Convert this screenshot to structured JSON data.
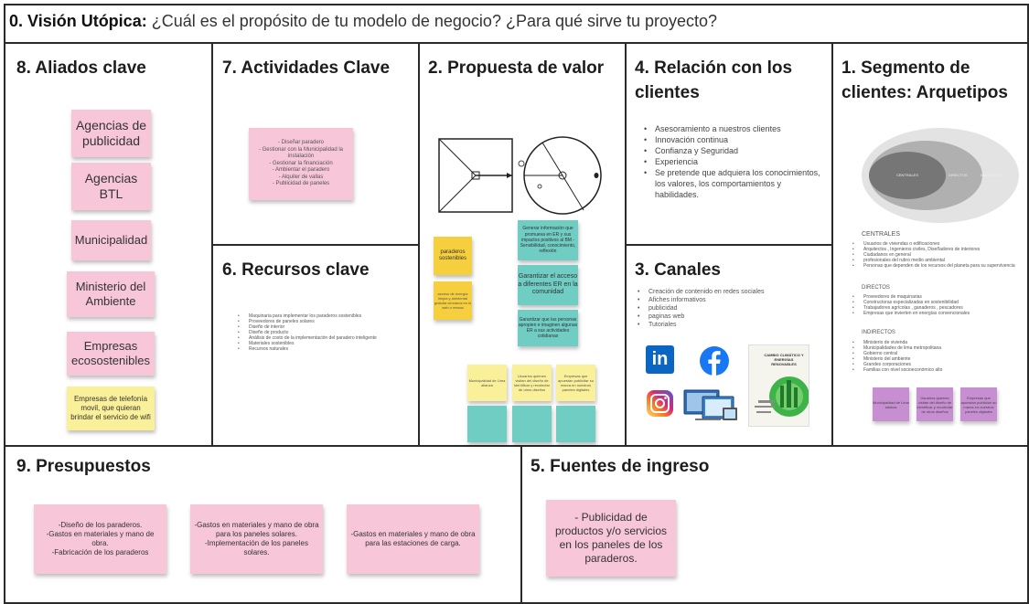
{
  "vision": {
    "label": "0. Visión Utópica:",
    "question": " ¿Cuál es el propósito de tu modelo de negocio? ¿Para qué sirve tu proyecto?"
  },
  "aliados": {
    "title": "8. Aliados clave",
    "notes": [
      "Agencias de publicidad",
      "Agencias BTL",
      "Municipalidad",
      "Ministerio del Ambiente",
      "Empresas ecosostenibles",
      "Empresas de telefonía movil, que quieran brindar el servicio de wifi"
    ]
  },
  "actividades": {
    "title": "7. Actividades Clave",
    "note": "- Diseñar paradero\n- Gestionar con la Municipalidad la instalación\n- Gestionar la financiación\n- Ambientar el paradero\n- Alquiler de vallas\n- Publicidad de paneles"
  },
  "recursos": {
    "title": "6. Recursos clave",
    "items": [
      "Maquinaria para implementar los paraderos sostenibles",
      "Proveedores de paneles solares",
      "Diseño de interior",
      "Diseño de producto",
      "Análisis de costo de la implementación del paradero inteligente",
      "Materiales sostenibles",
      "Recursos naturales"
    ]
  },
  "propuesta": {
    "title": "2. Propuesta de valor",
    "notes_teal": [
      "Generar información que promueva en ER y sus impactos positivos al BM - Sensibilidad, conocimiento, reflexión",
      "Garantizar el acceso a diferentes ER en la comunidad",
      "Garantizar que las personas apropien e imaginen algunas ER a sus actividades cotidianas"
    ],
    "notes_orange": [
      "paraderos sostenibles",
      "acceso de energía limpia y ambiental gratuita cercanos en lo web o mesas"
    ],
    "notes_yellow": [
      "Municipalidad de Lima alianza",
      "Usuarios quienes visitan del diseño de identificar y recolectar de otros diseños",
      "Empresas que apuestan publicitar su marca en nuestros paneles digitales"
    ]
  },
  "relacion": {
    "title": "4. Relación con los clientes",
    "items": [
      "Asesoramiento a nuestros clientes",
      "Innovación continua",
      "Confianza y Seguridad",
      "Experiencia",
      "Se pretende que adquiera los conocimientos, los valores, los comportamientos y  habilidades."
    ]
  },
  "canales": {
    "title": "3. Canales",
    "items": [
      "Creación de contenido en redes sociales",
      "Afiches informativos",
      "publicidad",
      "paginas web",
      "Tutoriales"
    ],
    "poster_title": "CAMBIO CLIMÁTICO Y ENERGÍAS RENOVABLES",
    "linkedin": "in"
  },
  "segmento": {
    "title": "1. Segmento de clientes: Arquetipos",
    "rings": [
      "CENTRALES",
      "DIRECTOS",
      "INDIRECTOS"
    ],
    "centrales_title": "CENTRALES",
    "centrales": [
      "Usuarios de viviendas o edificaciones",
      "Arquitectos , Ingenieros civiles, Diseñadores de interiores",
      "Ciudadanos en general",
      "profesionales del rubro medio ambiental",
      "Personas que dependen de los recursos del planeta para su supervivencia"
    ],
    "directos_title": "DIRECTOS",
    "directos": [
      "Proveedores de maquinarias",
      "Constructoras especializadas en sostenibilidad",
      "Trabajadores agrícolas , ganaderos , pescadores",
      "Empresas que invierten en energías convencionales"
    ],
    "indirectos_title": "INDIRECTOS",
    "indirectos": [
      "Ministerio de vivienda",
      "Municipalidades de  lima metropolitana",
      "Gobierno central",
      "Ministerio del ambiente",
      "Grandes corporaciones",
      "Familias con nivel socioeconómico alto"
    ],
    "notes_purple": [
      "Municipalidad de Lima alianza",
      "Usuarios quienes visitan del diseño de identificar y recolectar de otros diseños",
      "Empresas que apuestan publicitar su marca en nuestros paneles digitales"
    ]
  },
  "presupuestos": {
    "title": "9. Presupuestos",
    "notes": [
      "-Diseño de los paraderos.\n-Gastos en materiales y mano de obra.\n-Fabricación de los paraderos",
      "-Gastos en materiales y mano de obra para los paneles solares.\n-Implementación de los paneles solares.",
      "-Gastos en materiales y mano de obra para las estaciones de carga."
    ]
  },
  "fuentes": {
    "title": "5. Fuentes de ingreso",
    "note": "- Publicidad de productos y/o servicios en los paneles de los paraderos."
  },
  "colors": {
    "pink": "#f7c6d8",
    "yellow": "#fbf09a",
    "teal": "#6fcdc3",
    "orange": "#f6cf3e",
    "purple": "#c78fd2"
  }
}
